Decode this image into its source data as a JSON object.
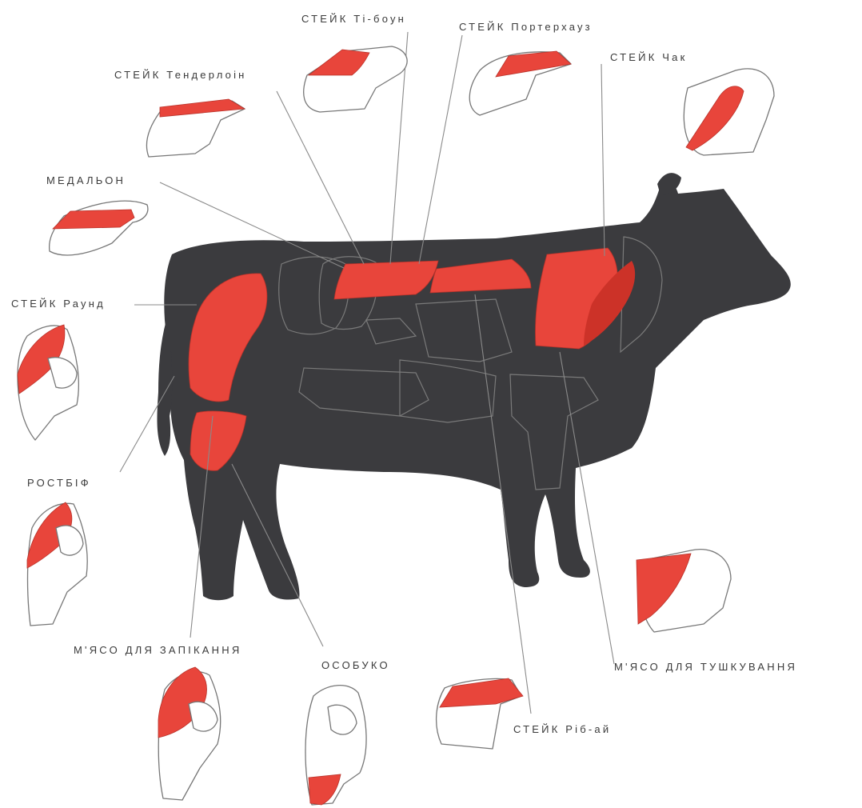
{
  "colors": {
    "body": "#3b3b3e",
    "meat": "#e8453b",
    "outline": "#7a7a7a",
    "text": "#3a3a3a"
  },
  "labels": {
    "tbone": "СТЕЙК Ті-боун",
    "porterhouse": "СТЕЙК Портерхауз",
    "tenderloin": "СТЕЙК Тендерлоін",
    "chuck": "СТЕЙК Чак",
    "medallion": "МЕДАЛЬОН",
    "round": "СТЕЙК Раунд",
    "roastbeef": "РОСТБІФ",
    "baking": "М'ЯСО ДЛЯ ЗАПІКАННЯ",
    "ossobuco": "ОСОБУКО",
    "ribeye": "СТЕЙК Ріб-ай",
    "stewing": "М'ЯСО ДЛЯ ТУШКУВАННЯ"
  }
}
